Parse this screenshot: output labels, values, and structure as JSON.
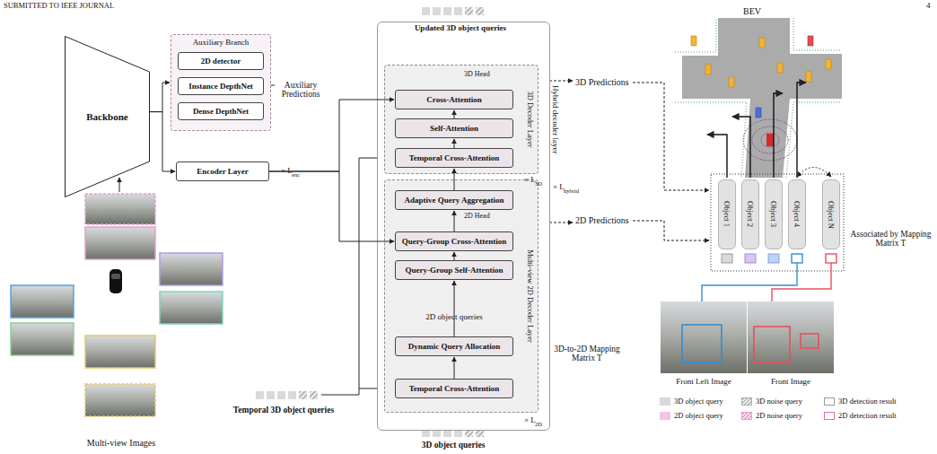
{
  "diagram": {
    "nodes": [
      {
        "text": [
          "Backbone"
        ]
      },
      {
        "text": [
          "Auxiliary Branch"
        ]
      },
      {
        "text": [
          "2D detector"
        ],
        "in": 1
      },
      {
        "text": [
          "Instance DepthNet"
        ],
        "in": 1
      },
      {
        "text": [
          "Dense DepthNet"
        ],
        "in": 1
      },
      {
        "text": [
          "Encoder Layer"
        ]
      },
      {
        "text": [
          "Hybrid decoder layer"
        ]
      },
      {
        "text": [
          "3D Decoder Layer"
        ],
        "in": 6
      },
      {
        "text": [
          "Cross-Attention"
        ],
        "in": 7
      },
      {
        "text": [
          "Self-Attention"
        ],
        "in": 7
      },
      {
        "text": [
          "Temporal Cross-Attention"
        ],
        "in": 7
      },
      {
        "text": [
          "Multi-view 2D Decoder Layer"
        ],
        "in": 6
      },
      {
        "text": [
          "Adaptive Query Aggregation"
        ],
        "in": 11
      },
      {
        "text": [
          "Query-Group Cross-Attention"
        ],
        "in": 11
      },
      {
        "text": [
          "Query-Group Self-Attention"
        ],
        "in": 11
      },
      {
        "text": [
          "Dynamic Query Allocation"
        ],
        "in": 11
      },
      {
        "text": [
          "Temporal Cross-Attention"
        ],
        "in": 11
      },
      {
        "text": [
          "Object 1"
        ]
      },
      {
        "text": [
          "Object 2"
        ]
      },
      {
        "text": [
          "Object 3"
        ]
      },
      {
        "text": [
          "Object 4"
        ]
      },
      {
        "text": [
          "Object N"
        ]
      }
    ],
    "edges": [
      {
        "from": 0,
        "to": 1,
        "arrow": "to"
      },
      {
        "from": 0,
        "to": 5,
        "arrow": "to"
      },
      {
        "from": 5,
        "to": 8,
        "arrow": "to"
      },
      {
        "from": 5,
        "to": 13,
        "arrow": "to"
      },
      {
        "from": 16,
        "to": 15,
        "arrow": "to"
      },
      {
        "from": 15,
        "to": 14,
        "arrow": "to"
      },
      {
        "from": 14,
        "to": 13,
        "arrow": "to"
      },
      {
        "from": 13,
        "to": 12,
        "arrow": "to"
      },
      {
        "from": 12,
        "to": 10,
        "arrow": "to"
      },
      {
        "from": 10,
        "to": 9,
        "arrow": "to"
      },
      {
        "from": 9,
        "to": 8,
        "arrow": "to"
      }
    ],
    "labels": [
      "SUBMITTED TO IEEE JOURNAL",
      "4",
      "Auxiliary Predictions",
      "× L",
      "enc",
      "Updated 3D object queries",
      "3D Head",
      "× L",
      "3D",
      "× L",
      "hybrid",
      "2D Head",
      "3D Predictions",
      "2D Predictions",
      "2D object queries",
      "3D-to-2D Mapping Matrix T",
      "× L",
      "2D",
      "Temporal 3D object queries",
      "3D object queries",
      "Multi-view Images",
      "BEV",
      "Associated by Mapping Matrix T",
      "Front Left Image",
      "Front Image"
    ],
    "legend": [
      {
        "text": "3D object query",
        "color": "#d9d9d9"
      },
      {
        "text": "3D noise query"
      },
      {
        "text": "3D detection result"
      },
      {
        "text": "2D object query",
        "color": "#f2c4e4"
      },
      {
        "text": "2D noise query"
      },
      {
        "text": "2D detection result"
      }
    ]
  }
}
